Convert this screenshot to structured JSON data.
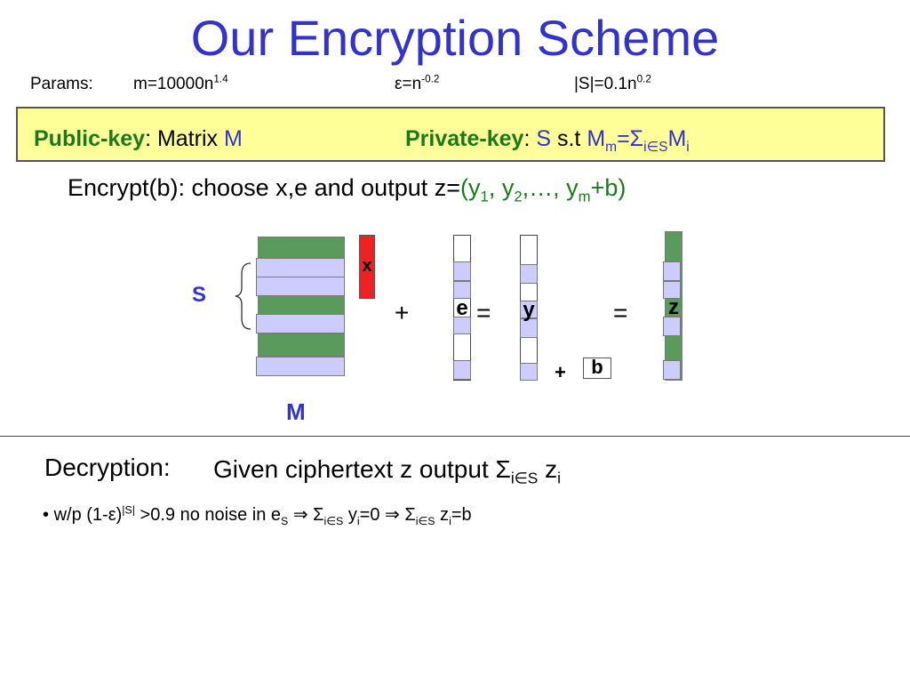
{
  "title": "Our Encryption Scheme",
  "params": {
    "label": "Params:",
    "m": {
      "base": "m=10000n",
      "exp": "1.4"
    },
    "eps": {
      "sym": "ε",
      "rest": "=n",
      "exp": "-0.2"
    },
    "s": {
      "base": "|S|=0.1n",
      "exp": "0.2"
    }
  },
  "keys": {
    "public_label": "Public-key",
    "public_rest": ": Matrix ",
    "public_M": "M",
    "private_label": "Private-key",
    "private_colon": ": ",
    "private_S": "S",
    "private_st": " s.t ",
    "private_M": "M",
    "private_m": "m",
    "private_eq": "=Σ",
    "private_sub": "i∈S",
    "private_M2": "M",
    "private_i": "i"
  },
  "encrypt": {
    "prefix": "Encrypt(b): choose x,e and output z=",
    "open": "(y",
    "s1": "1",
    "c1": ", y",
    "s2": "2",
    "c2": ",…, y",
    "sm": "m",
    "tail": "+b)"
  },
  "diagram": {
    "S_label": "S",
    "M_label": "M",
    "x_label": "x",
    "e_label": "e",
    "y_label": "y",
    "z_label": "z",
    "b_label": "b",
    "plus1": "+",
    "eq1": "=",
    "eq2": "=",
    "plus2": "+"
  },
  "decryption": {
    "label": "Decryption:",
    "text": "Given ciphertext z output ",
    "sigma": "Σ",
    "sub": "i∈S",
    "z": " z",
    "zi": "i"
  },
  "bullet": {
    "dot": "•",
    "p1": " w/p (1-ε)",
    "sup": "|S|",
    "p2": " >0.9 no noise in e",
    "eS": "S",
    "p3": " ⇒ Σ",
    "sub1": "i∈S",
    "p4": " y",
    "yi": "i",
    "p5": "=0 ⇒ Σ",
    "sub2": "i∈S",
    "p6": " z",
    "zi": "i",
    "p7": "=b"
  },
  "colors": {
    "title": "#3333cc",
    "green": "#1a7a1a",
    "keybox": "#ffff99",
    "matrix_green": "#5a9a5a",
    "matrix_lavender": "#ccccff",
    "x_red": "#ee2222"
  }
}
